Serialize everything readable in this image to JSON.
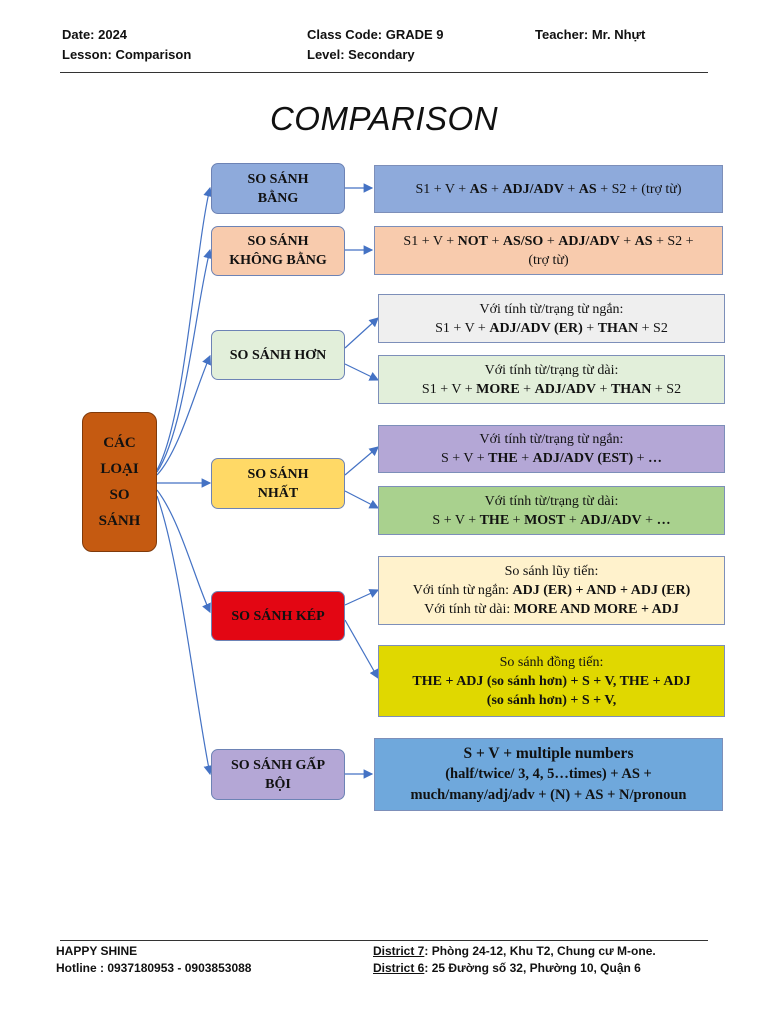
{
  "header": {
    "date": "Date: 2024",
    "lesson": "Lesson: Comparison",
    "class_code": "Class Code: GRADE 9",
    "level": "Level: Secondary",
    "teacher": "Teacher: Mr. Nhựt"
  },
  "title": "COMPARISON",
  "root": {
    "line1": "CÁC",
    "line2": "LOẠI",
    "line3": "SO",
    "line4": "SÁNH"
  },
  "categories": {
    "bang": {
      "line1": "SO SÁNH",
      "line2": "BẰNG"
    },
    "khong_bang": {
      "line1": "SO SÁNH",
      "line2": "KHÔNG BẰNG"
    },
    "hon": {
      "line1": "SO SÁNH HƠN"
    },
    "nhat": {
      "line1": "SO SÁNH",
      "line2": "NHẤT"
    },
    "kep": {
      "line1": "SO SÁNH KÉP"
    },
    "gap_boi": {
      "line1": "SO SÁNH GẤP",
      "line2": "BỘI"
    }
  },
  "rules": {
    "bang": {
      "p1": "S1 + V + ",
      "b1": "AS",
      "p2": " + ",
      "b2": "ADJ/ADV",
      "p3": " + ",
      "b3": "AS",
      "p4": " + S2 + (trợ từ)"
    },
    "khong_bang": {
      "p1": "S1 + V + ",
      "b1": "NOT",
      "p2": " + ",
      "b2": "AS/SO",
      "p3": " + ",
      "b3": "ADJ/ADV",
      "p4": " + ",
      "b4": "AS",
      "p5": " + S2 +",
      "line2": "(trợ từ)"
    },
    "hon_ngan": {
      "label": "Với tính từ/trạng từ ngắn:",
      "p1": "S1 + V + ",
      "b1": "ADJ/ADV (ER)",
      "p2": " + ",
      "b2": "THAN",
      "p3": " + S2"
    },
    "hon_dai": {
      "label": "Với tính từ/trạng từ dài:",
      "p1": "S1 + V + ",
      "b1": "MORE",
      "p2": " + ",
      "b2": "ADJ/ADV",
      "p3": " + ",
      "b3": "THAN",
      "p4": " + S2"
    },
    "nhat_ngan": {
      "label": "Với tính từ/trạng từ ngắn:",
      "p1": "S + V + ",
      "b1": "THE",
      "p2": " + ",
      "b2": "ADJ/ADV (EST)",
      "p3": " + ",
      "b3": "…"
    },
    "nhat_dai": {
      "label": "Với tính từ/trạng từ dài:",
      "p1": "S + V + ",
      "b1": "THE",
      "p2": " + ",
      "b2": "MOST",
      "p3": " + ",
      "b3": "ADJ/ADV",
      "p4": " + ",
      "b4": "…"
    },
    "kep_luy_tien": {
      "label": "So sánh lũy tiến:",
      "l2a": "Với tính từ ngắn: ",
      "l2b": "ADJ (ER) + AND + ADJ (ER)",
      "l3a": "Với tính từ dài: ",
      "l3b": "MORE AND MORE + ADJ"
    },
    "kep_dong_tien": {
      "label": "So sánh đồng tiến:",
      "line2": "THE + ADJ (so sánh hơn) + S + V, THE + ADJ",
      "line3": "(so sánh hơn) + S + V,"
    },
    "gap_boi": {
      "line1": "S + V + multiple numbers",
      "line2": "(half/twice/ 3, 4, 5…times) + AS +",
      "line3": "much/many/adj/adv + (N) + AS + N/pronoun"
    }
  },
  "colors": {
    "root": "#c55a11",
    "blue": "#8eaadb",
    "peach": "#f8cbad",
    "light_green": "#e2efda",
    "yellow": "#ffd966",
    "red": "#e30613",
    "purple": "#b4a7d6",
    "grey": "#efefef",
    "green": "#a9d18e",
    "cream": "#fff2cc",
    "olive_yellow": "#e0d800",
    "sky": "#6fa8dc",
    "arrow": "#4472c4"
  },
  "footer": {
    "brand": "HAPPY SHINE",
    "hotline": "Hotline : 0937180953 - 0903853088",
    "d7_label": "District 7",
    "d7_text": ": Phòng 24-12, Khu T2, Chung cư M-one.",
    "d6_label": "District 6",
    "d6_text": ": 25 Đường số 32, Phường 10, Quận 6"
  }
}
